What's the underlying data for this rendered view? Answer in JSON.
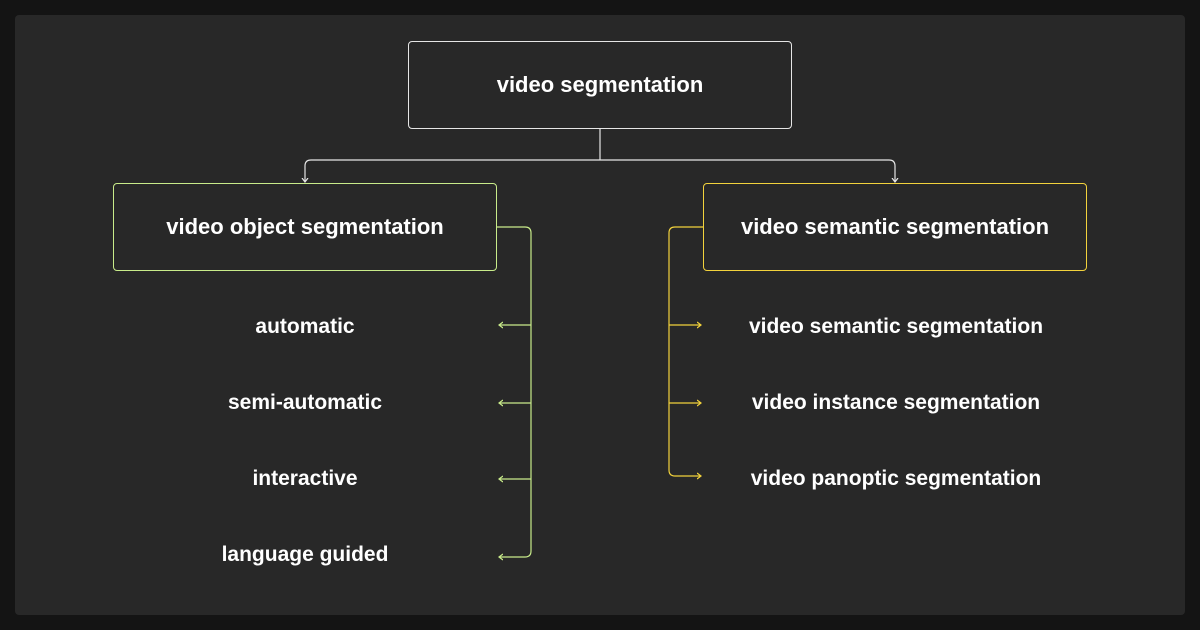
{
  "colors": {
    "root_border": "#e6e6e6",
    "left_accent": "#c9ec8a",
    "right_accent": "#f2d23c",
    "background": "#282828",
    "text": "#ffffff"
  },
  "root": {
    "label": "video segmentation"
  },
  "left": {
    "label": "video object segmentation",
    "items": [
      "automatic",
      "semi-automatic",
      "interactive",
      "language guided"
    ]
  },
  "right": {
    "label": "video semantic segmentation",
    "items": [
      "video semantic segmentation",
      "video instance segmentation",
      "video panoptic segmentation"
    ]
  }
}
